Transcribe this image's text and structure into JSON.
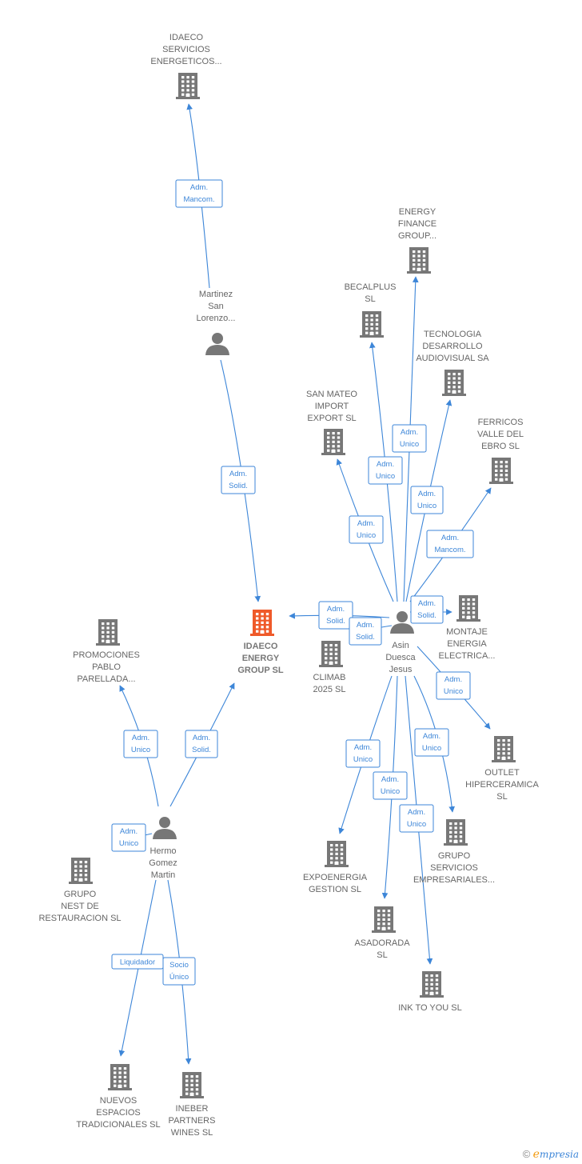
{
  "colors": {
    "company": "#777777",
    "focus_company": "#ef5a2a",
    "person": "#777777",
    "edge": "#3d86d8"
  },
  "nodes": [
    {
      "id": "idaeco-servicios",
      "kind": "company",
      "lines": [
        "IDAECO",
        "SERVICIOS",
        "ENERGETICOS..."
      ]
    },
    {
      "id": "martinez",
      "kind": "person",
      "lines": [
        "Martinez",
        "San",
        "Lorenzo..."
      ]
    },
    {
      "id": "energy-finance",
      "kind": "company",
      "lines": [
        "ENERGY",
        "FINANCE",
        "GROUP..."
      ]
    },
    {
      "id": "becalplus",
      "kind": "company",
      "lines": [
        "BECALPLUS",
        "SL"
      ]
    },
    {
      "id": "tecnologia",
      "kind": "company",
      "lines": [
        "TECNOLOGIA",
        "DESARROLLO",
        "AUDIOVISUAL SA"
      ]
    },
    {
      "id": "san-mateo",
      "kind": "company",
      "lines": [
        "SAN MATEO",
        "IMPORT",
        "EXPORT  SL"
      ]
    },
    {
      "id": "ferricos",
      "kind": "company",
      "lines": [
        "FERRICOS",
        "VALLE DEL",
        "EBRO SL"
      ]
    },
    {
      "id": "idaeco-energy",
      "kind": "focus",
      "lines": [
        "IDAECO",
        "ENERGY",
        "GROUP  SL"
      ]
    },
    {
      "id": "asin",
      "kind": "person",
      "lines": [
        "Asin",
        "Duesca",
        "Jesus"
      ]
    },
    {
      "id": "montaje",
      "kind": "company",
      "lines": [
        "MONTAJE",
        "ENERGIA",
        "ELECTRICA..."
      ]
    },
    {
      "id": "climab",
      "kind": "company",
      "lines": [
        "CLIMAB",
        "2025  SL"
      ]
    },
    {
      "id": "promociones",
      "kind": "company",
      "lines": [
        "PROMOCIONES",
        "PABLO",
        "PARELLADA..."
      ]
    },
    {
      "id": "outlet",
      "kind": "company",
      "lines": [
        "OUTLET",
        "HIPERCERAMICA",
        "SL"
      ]
    },
    {
      "id": "hermo",
      "kind": "person",
      "lines": [
        "Hermo",
        "Gomez",
        "Martin"
      ]
    },
    {
      "id": "grupo-nest",
      "kind": "company",
      "lines": [
        "GRUPO",
        "NEST DE",
        "RESTAURACION SL"
      ]
    },
    {
      "id": "expoenergia",
      "kind": "company",
      "lines": [
        "EXPOENERGIA",
        "GESTION  SL"
      ]
    },
    {
      "id": "grupo-servicios",
      "kind": "company",
      "lines": [
        "GRUPO",
        "SERVICIOS",
        "EMPRESARIALES..."
      ]
    },
    {
      "id": "asadorada",
      "kind": "company",
      "lines": [
        "ASADORADA",
        "SL"
      ]
    },
    {
      "id": "ink",
      "kind": "company",
      "lines": [
        "INK TO YOU  SL"
      ]
    },
    {
      "id": "nuevos",
      "kind": "company",
      "lines": [
        "NUEVOS",
        "ESPACIOS",
        "TRADICIONALES SL"
      ]
    },
    {
      "id": "ineber",
      "kind": "company",
      "lines": [
        "INEBER",
        "PARTNERS",
        "WINES  SL"
      ]
    }
  ],
  "edges": [
    {
      "id": "e1",
      "from": "martinez",
      "to": "idaeco-servicios",
      "role": [
        "Adm.",
        "Mancom."
      ]
    },
    {
      "id": "e2",
      "from": "martinez",
      "to": "idaeco-energy",
      "role": [
        "Adm.",
        "Solid."
      ]
    },
    {
      "id": "e3",
      "from": "asin",
      "to": "energy-finance",
      "role": [
        "Adm.",
        "Unico"
      ]
    },
    {
      "id": "e4",
      "from": "asin",
      "to": "becalplus",
      "role": [
        "Adm.",
        "Unico"
      ]
    },
    {
      "id": "e5",
      "from": "asin",
      "to": "tecnologia",
      "role": [
        "Adm.",
        "Unico"
      ]
    },
    {
      "id": "e6",
      "from": "asin",
      "to": "san-mateo",
      "role": [
        "Adm.",
        "Unico"
      ]
    },
    {
      "id": "e7",
      "from": "asin",
      "to": "ferricos",
      "role": [
        "Adm.",
        "Mancom."
      ]
    },
    {
      "id": "e8",
      "from": "asin",
      "to": "montaje",
      "role": [
        "Adm.",
        "Solid."
      ]
    },
    {
      "id": "e9",
      "from": "asin",
      "to": "idaeco-energy",
      "role": [
        "Adm.",
        "Solid."
      ]
    },
    {
      "id": "e10",
      "from": "asin",
      "to": "climab",
      "role": [
        "Adm.",
        "Solid."
      ]
    },
    {
      "id": "e11",
      "from": "asin",
      "to": "outlet",
      "role": [
        "Adm.",
        "Unico"
      ]
    },
    {
      "id": "e12",
      "from": "asin",
      "to": "grupo-servicios",
      "role": [
        "Adm.",
        "Unico"
      ]
    },
    {
      "id": "e13",
      "from": "asin",
      "to": "expoenergia",
      "role": [
        "Adm.",
        "Unico"
      ]
    },
    {
      "id": "e14",
      "from": "asin",
      "to": "asadorada",
      "role": [
        "Adm.",
        "Unico"
      ]
    },
    {
      "id": "e15",
      "from": "asin",
      "to": "ink",
      "role": [
        "Adm.",
        "Unico"
      ]
    },
    {
      "id": "e16",
      "from": "hermo",
      "to": "promociones",
      "role": [
        "Adm.",
        "Unico"
      ]
    },
    {
      "id": "e17",
      "from": "hermo",
      "to": "idaeco-energy",
      "role": [
        "Adm.",
        "Solid."
      ]
    },
    {
      "id": "e18",
      "from": "hermo",
      "to": "grupo-nest",
      "role": [
        "Adm.",
        "Unico"
      ]
    },
    {
      "id": "e19",
      "from": "hermo",
      "to": "nuevos",
      "role": [
        "Liquidador"
      ]
    },
    {
      "id": "e20",
      "from": "hermo",
      "to": "ineber",
      "role": [
        "Socio",
        "Único"
      ]
    }
  ],
  "footer": {
    "copyright": "©",
    "brand_initial": "e",
    "brand_rest": "mpresia"
  }
}
